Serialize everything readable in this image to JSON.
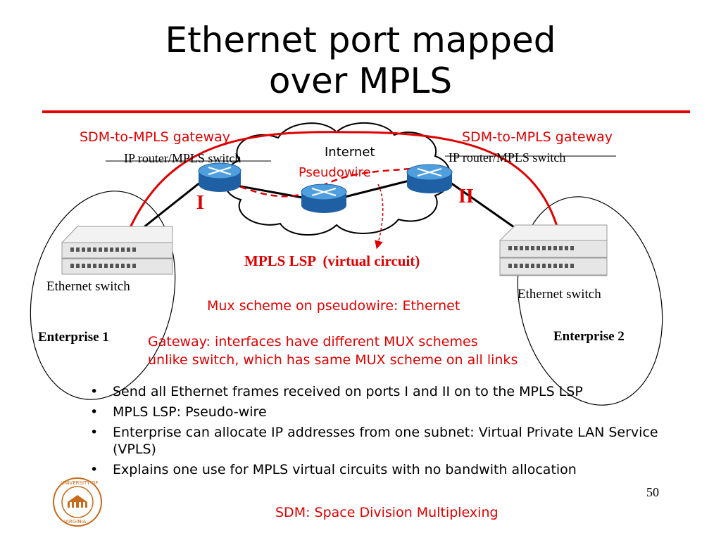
{
  "slide": {
    "title_line1": "Ethernet port mapped",
    "title_line2": "over MPLS",
    "page_number": "50"
  },
  "diagram": {
    "gateway_left": "SDM-to-MPLS gateway",
    "gateway_right": "SDM-to-MPLS gateway",
    "router_left": "IP router/MPLS switch",
    "router_right": "IP router/MPLS switch",
    "cloud": "Internet",
    "pseudowire": "Pseudowire",
    "port_left": "I",
    "port_right": "II",
    "lsp_label": "MPLS LSP  (virtual circuit)",
    "switch_left": "Ethernet switch",
    "switch_right": "Ethernet switch",
    "enterprise_left": "Enterprise 1",
    "enterprise_right": "Enterprise 2",
    "mux_note": "Mux scheme on pseudowire: Ethernet",
    "gateway_note_1": "Gateway: interfaces have different MUX schemes",
    "gateway_note_2": "unlike switch, which has same MUX scheme on all links"
  },
  "bullets": [
    "Send all Ethernet frames received on ports I and II on to the MPLS LSP",
    "MPLS LSP: Pseudo-wire",
    "Enterprise can allocate IP addresses from one subnet: Virtual Private LAN Service (VPLS)",
    "Explains one use for MPLS virtual circuits with no bandwith allocation"
  ],
  "bullet_symbol": "•",
  "footer": "SDM: Space Division Multiplexing",
  "logo": {
    "text_top": "UNIVERSITY OF",
    "text_bottom": "VIRGINIA"
  },
  "colors": {
    "accent_red": "#e00000",
    "router_blue": "#2f7fc8",
    "cloud_fill": "#ffffff"
  }
}
